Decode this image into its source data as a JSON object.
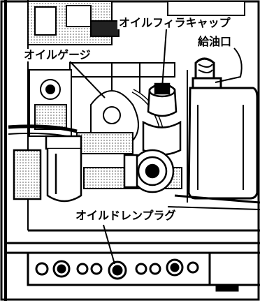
{
  "diagram": {
    "callouts": {
      "oil_filler_cap": "オイルフィラキャップ",
      "oil_filler_port": "給油口",
      "oil_gauge": "オイルゲージ",
      "oil_drain_plug": "オイルドレンプラグ"
    }
  }
}
